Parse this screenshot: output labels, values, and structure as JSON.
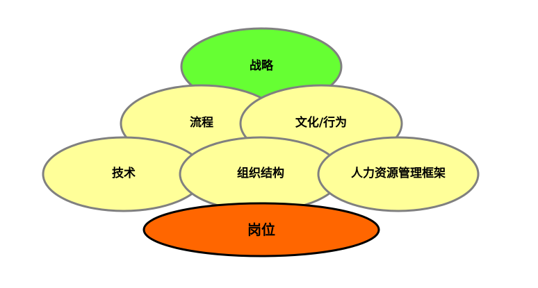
{
  "diagram": {
    "nodes": [
      {
        "id": "strategy",
        "label": "战略",
        "fill": "#66FF33",
        "stroke": "#808080"
      },
      {
        "id": "process",
        "label": "流程",
        "fill": "#FFFF99",
        "stroke": "#808080"
      },
      {
        "id": "culture",
        "label": "文化/行为",
        "fill": "#FFFF99",
        "stroke": "#808080"
      },
      {
        "id": "technology",
        "label": "技术",
        "fill": "#FFFF99",
        "stroke": "#808080"
      },
      {
        "id": "org-structure",
        "label": "组织结构",
        "fill": "#FFFF99",
        "stroke": "#808080"
      },
      {
        "id": "hr-framework",
        "label": "人力资源管理框架",
        "fill": "#FFFF99",
        "stroke": "#808080"
      },
      {
        "id": "position",
        "label": "岗位",
        "fill": "#FF6600",
        "stroke": "#000000"
      }
    ]
  }
}
